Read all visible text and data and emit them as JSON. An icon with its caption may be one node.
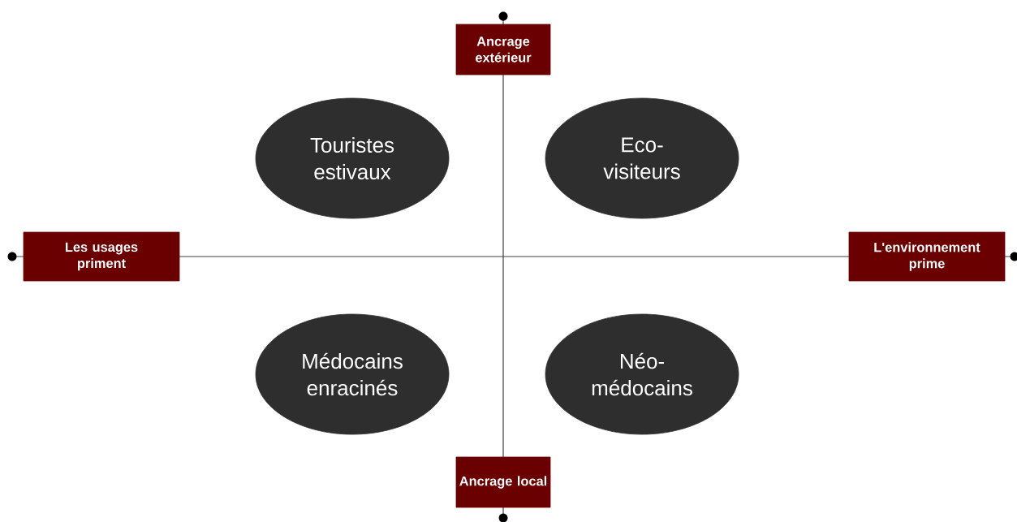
{
  "diagram": {
    "nodes": [
      {
        "text": [
          "Ancrage extérieur"
        ]
      },
      {
        "text": [
          "Les usages priment"
        ]
      },
      {
        "text": [
          "L'environnement prime"
        ]
      },
      {
        "text": [
          "Ancrage local"
        ]
      },
      {
        "text": [
          "Touristes estivaux"
        ]
      },
      {
        "text": [
          "Eco- visiteurs"
        ]
      },
      {
        "text": [
          "Médocains enracinés"
        ]
      },
      {
        "text": [
          "Néo- médocains"
        ]
      }
    ]
  }
}
